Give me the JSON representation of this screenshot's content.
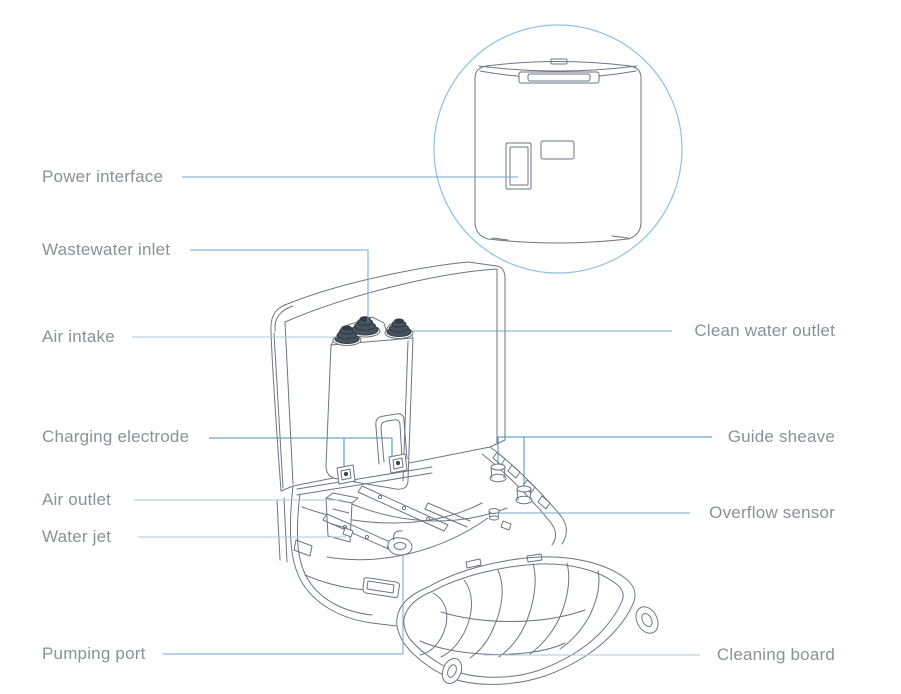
{
  "diagram": {
    "type": "product-parts-callout-diagram",
    "subject": "robot vacuum base station, open top view with detached cleaning board and rear-view inset",
    "labels": {
      "power_interface": "Power interface",
      "wastewater_inlet": "Wastewater inlet",
      "air_intake": "Air intake",
      "charging_electrode": "Charging electrode",
      "air_outlet": "Air outlet",
      "water_jet": "Water jet",
      "pumping_port": "Pumping port",
      "clean_water_outlet": "Clean water outlet",
      "guide_sheave": "Guide sheave",
      "overflow_sensor": "Overflow sensor",
      "cleaning_board": "Cleaning board"
    },
    "colors": {
      "background": "#ffffff",
      "label_text": "#8b9197",
      "drawing_line": "#6b7680",
      "leader_blue": "#6fa8cd",
      "leader_blue_dark": "#4a8fbc",
      "leader_blue_light": "#a8c9de",
      "inset_circle_blue": "#8fc1e4",
      "connector_dark": "#47525e"
    }
  }
}
